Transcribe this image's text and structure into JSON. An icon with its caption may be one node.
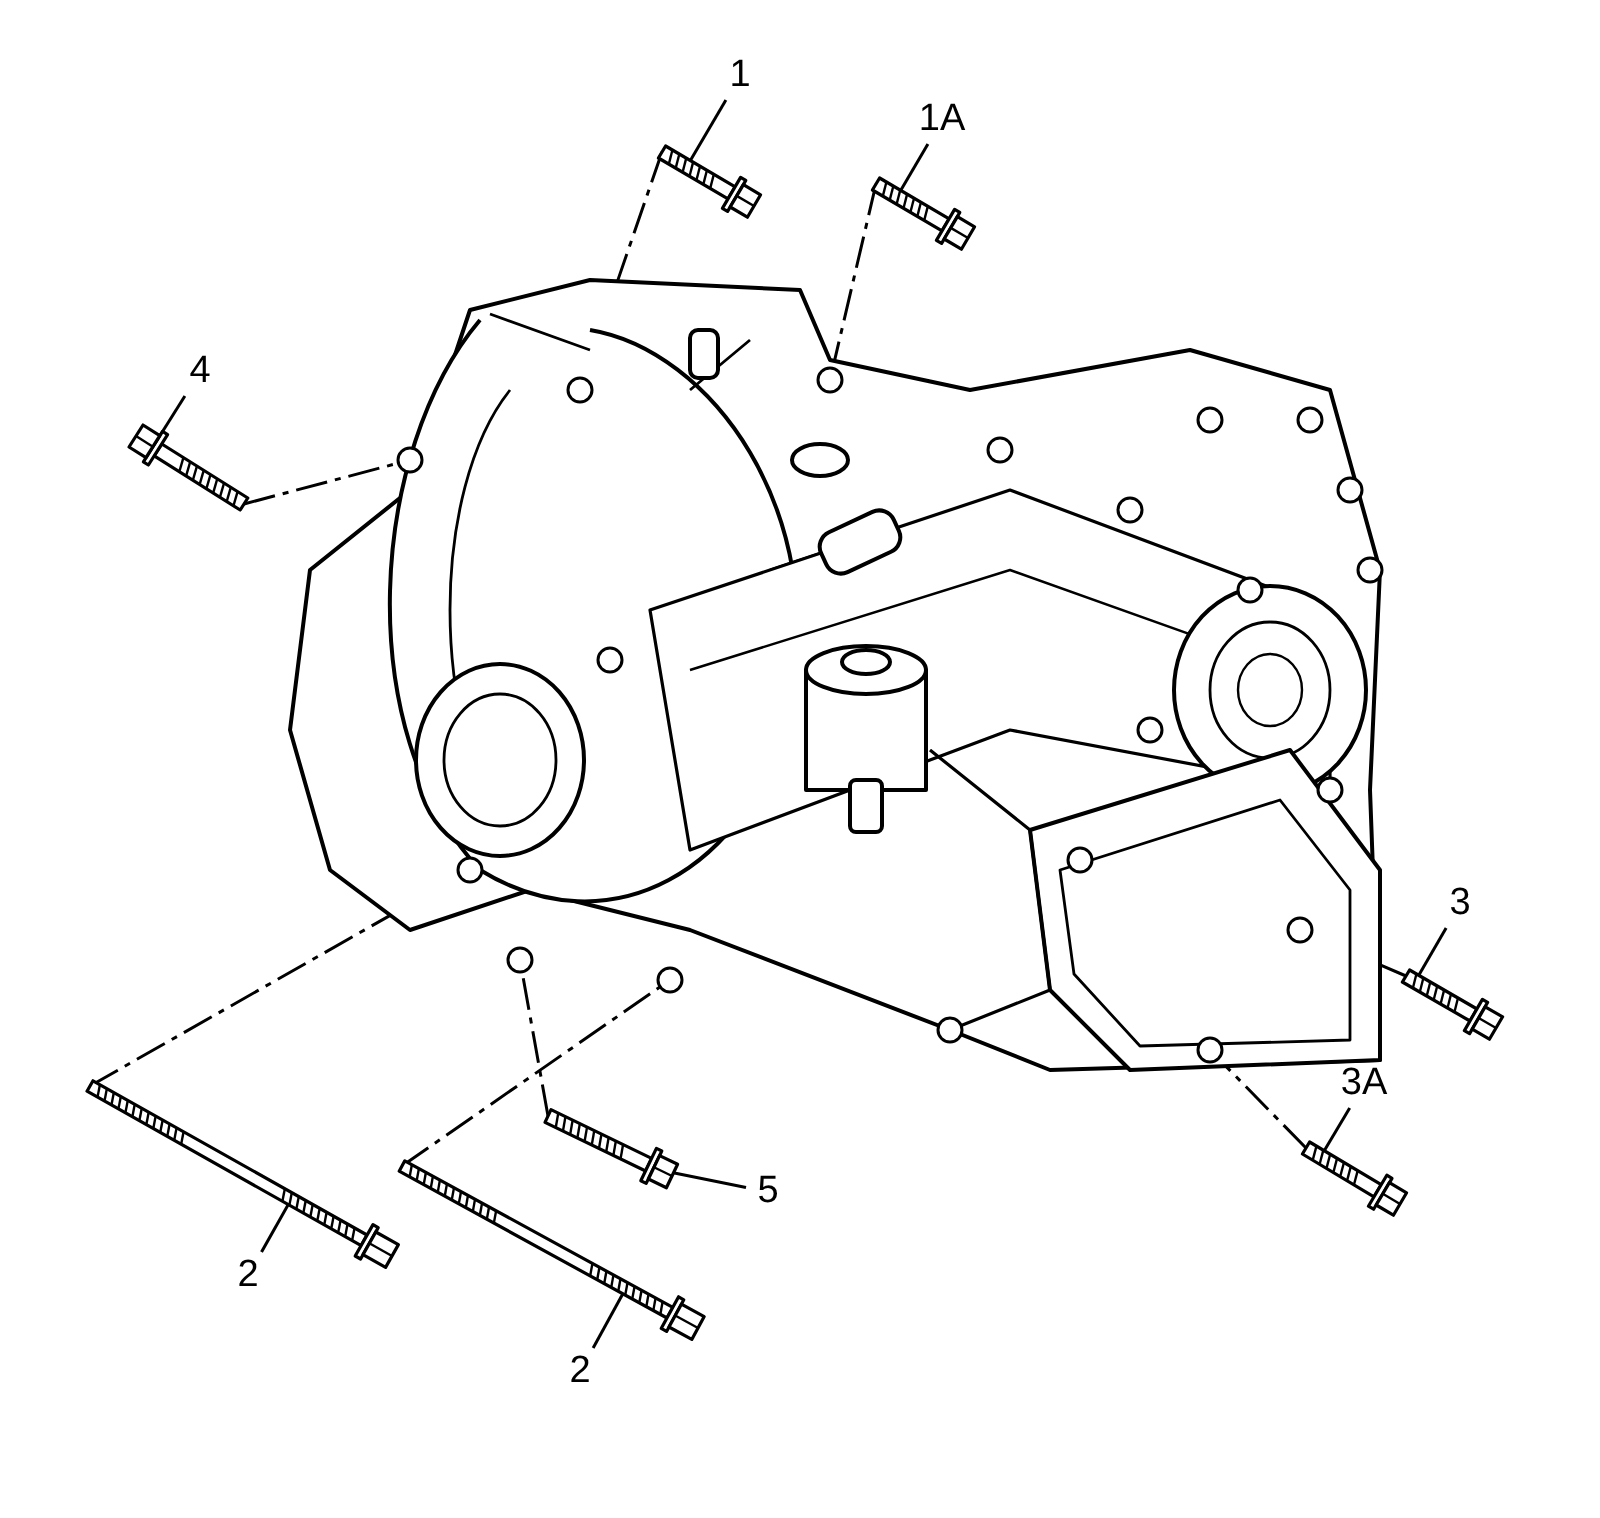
{
  "diagram": {
    "nodes": [
      {
        "text": [
          "1"
        ]
      },
      {
        "text": [],
        "shape": "picture"
      },
      {
        "text": [
          "1A"
        ]
      },
      {
        "text": [],
        "shape": "picture"
      },
      {
        "text": [
          "4"
        ]
      },
      {
        "text": [],
        "shape": "picture"
      },
      {
        "text": [
          "3"
        ]
      },
      {
        "text": [],
        "shape": "picture"
      },
      {
        "text": [
          "3A"
        ]
      },
      {
        "text": [],
        "shape": "picture"
      },
      {
        "text": [
          "5"
        ]
      },
      {
        "text": [],
        "shape": "picture"
      },
      {
        "text": [
          "2"
        ]
      },
      {
        "text": [],
        "shape": "picture"
      },
      {
        "text": [
          "2"
        ]
      },
      {
        "text": [],
        "shape": "picture"
      },
      {
        "text": [],
        "shape": "picture"
      }
    ],
    "edges": [
      {
        "from": 0,
        "to": 1,
        "arrow": "none"
      },
      {
        "from": 2,
        "to": 3,
        "arrow": "none"
      },
      {
        "from": 4,
        "to": 5,
        "arrow": "none"
      },
      {
        "from": 6,
        "to": 7,
        "arrow": "none"
      },
      {
        "from": 8,
        "to": 9,
        "arrow": "none"
      },
      {
        "from": 10,
        "to": 11,
        "arrow": "none"
      },
      {
        "from": 12,
        "to": 13,
        "arrow": "none"
      },
      {
        "from": 14,
        "to": 15,
        "arrow": "none"
      },
      {
        "from": 1,
        "to": 16,
        "arrow": "none",
        "style": "dashed"
      },
      {
        "from": 3,
        "to": 16,
        "arrow": "none",
        "style": "dashed"
      },
      {
        "from": 5,
        "to": 16,
        "arrow": "none",
        "style": "dashed"
      },
      {
        "from": 7,
        "to": 16,
        "arrow": "none",
        "style": "dashed"
      },
      {
        "from": 9,
        "to": 16,
        "arrow": "none",
        "style": "dashed"
      },
      {
        "from": 11,
        "to": 16,
        "arrow": "none",
        "style": "dashed"
      },
      {
        "from": 13,
        "to": 16,
        "arrow": "none",
        "style": "dashed"
      },
      {
        "from": 15,
        "to": 16,
        "arrow": "none",
        "style": "dashed"
      }
    ]
  }
}
